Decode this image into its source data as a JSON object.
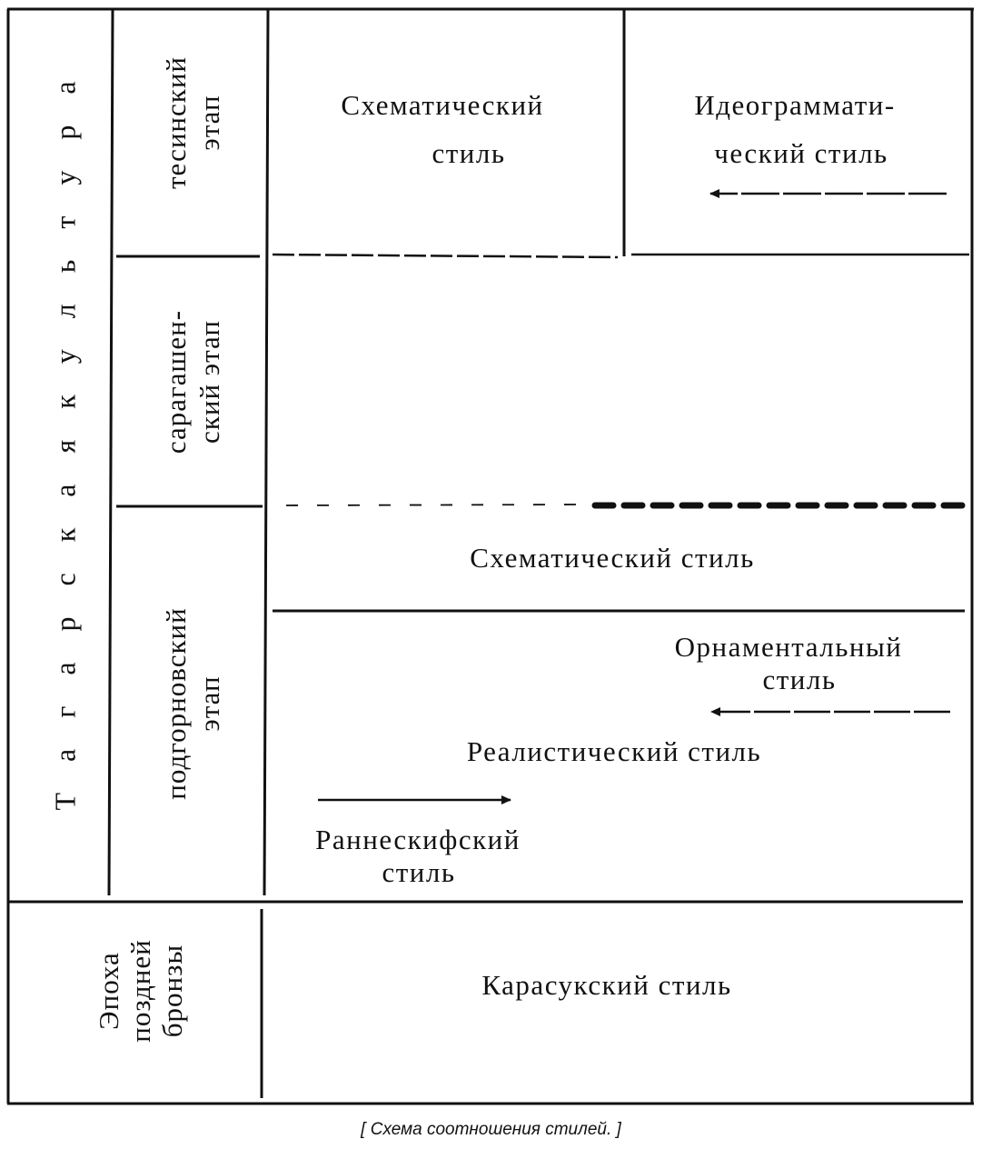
{
  "culture_label": "Т а г а р с к а я   к у л ь т у р а",
  "stages": {
    "tesinsky": [
      "тесинский",
      "этап"
    ],
    "saragashensky": [
      "сарагашен-",
      "ский этап"
    ],
    "podgornovsky": [
      "подгорновский",
      "этап"
    ],
    "late_bronze": [
      "Эпоха",
      "поздней",
      "бронзы"
    ]
  },
  "styles": {
    "schematic_top": [
      "Схематический",
      "стиль"
    ],
    "ideogrammatic": [
      "Идеограммати-",
      "ческий стиль"
    ],
    "schematic_mid": "Схематический стиль",
    "ornamental": [
      "Орнаментальный",
      "стиль"
    ],
    "realistic": "Реалистический стиль",
    "early_scythian": [
      "Раннескифский",
      "стиль"
    ],
    "karasuk": "Карасукский стиль"
  },
  "caption": "[ Схема соотношения стилей. ]"
}
